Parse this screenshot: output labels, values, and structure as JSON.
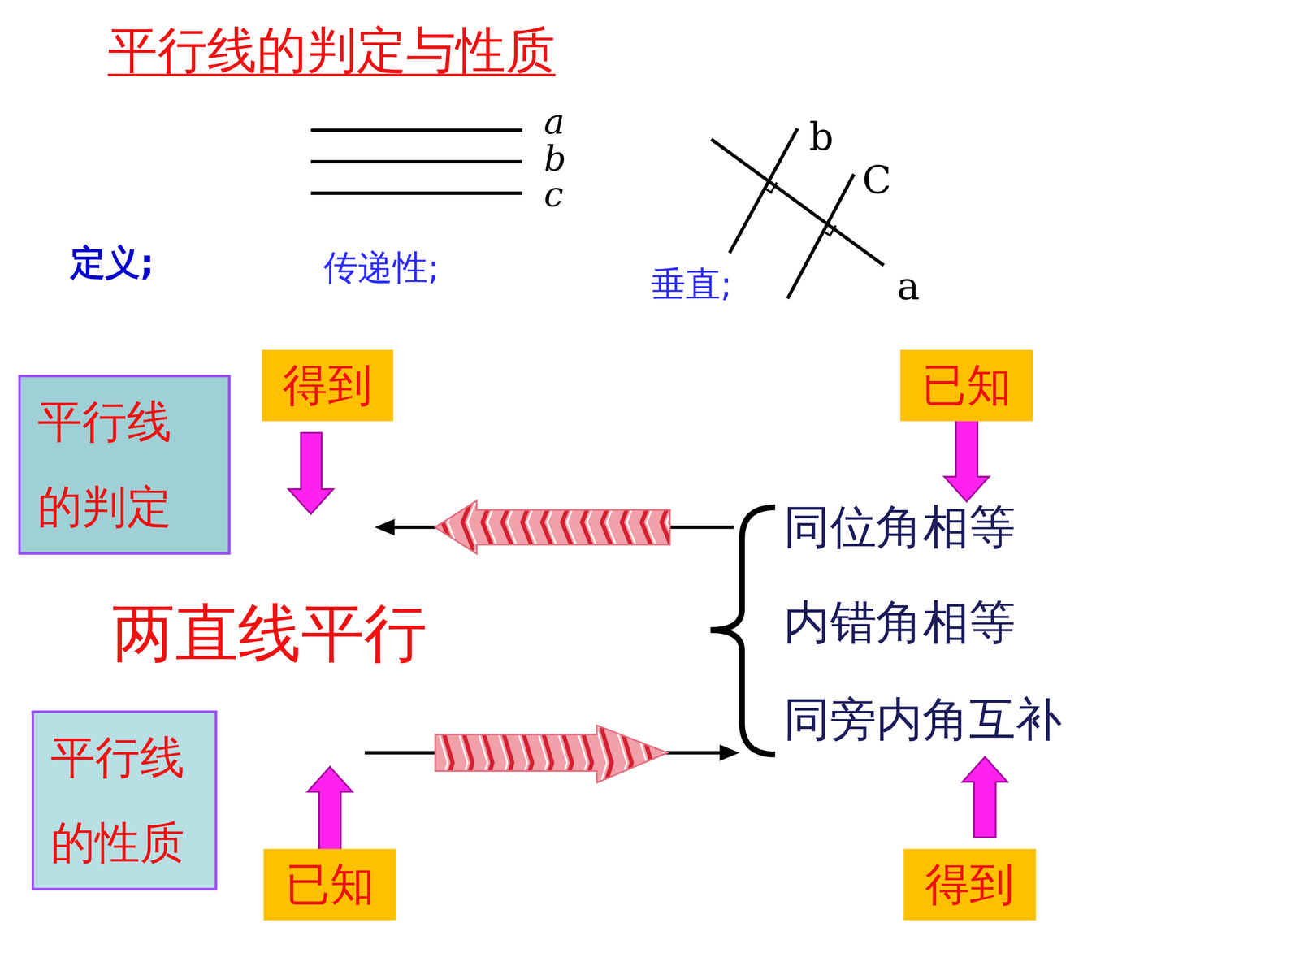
{
  "diagram": {
    "title": "平行线的判定与性质",
    "nodes": [
      {
        "text": [
          "得到"
        ]
      },
      {
        "text": [
          "已知"
        ]
      },
      {
        "text": [
          "平行线 的判定"
        ]
      },
      {
        "text": [
          "平行线 的性质"
        ]
      },
      {
        "text": [
          "已知"
        ]
      },
      {
        "text": [
          "得到"
        ]
      }
    ],
    "labels": [
      "定义;",
      "传递性;",
      "垂直;",
      "a",
      "b",
      "c",
      "b",
      "C",
      "a",
      "两直线平行",
      "同位角相等",
      "内错角相等",
      "同旁内角互补"
    ]
  }
}
